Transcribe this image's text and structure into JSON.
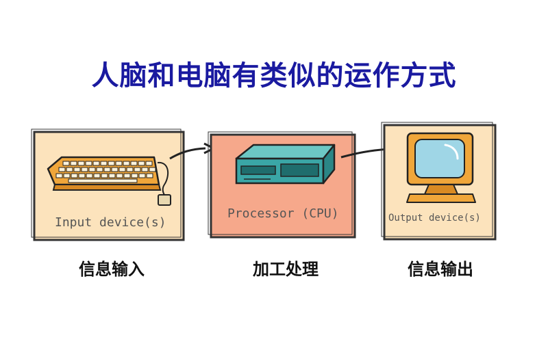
{
  "title": "人脑和电脑有类似的运作方式",
  "stages": [
    {
      "device_label": "Input device(s)",
      "caption": "信息输入",
      "panel_color": "#fce3bc"
    },
    {
      "device_label": "Processor (CPU)",
      "caption": "加工处理",
      "panel_color": "#f6a88b"
    },
    {
      "device_label": "Output device(s)",
      "caption": "信息输出",
      "panel_color": "#fce3bc"
    }
  ],
  "colors": {
    "title": "#1a1aa0",
    "device_teal": "#3aa6a6",
    "keyboard_orange": "#f0a63a"
  },
  "icons": [
    "keyboard-icon",
    "cpu-box-icon",
    "monitor-icon",
    "arrow-icon"
  ]
}
